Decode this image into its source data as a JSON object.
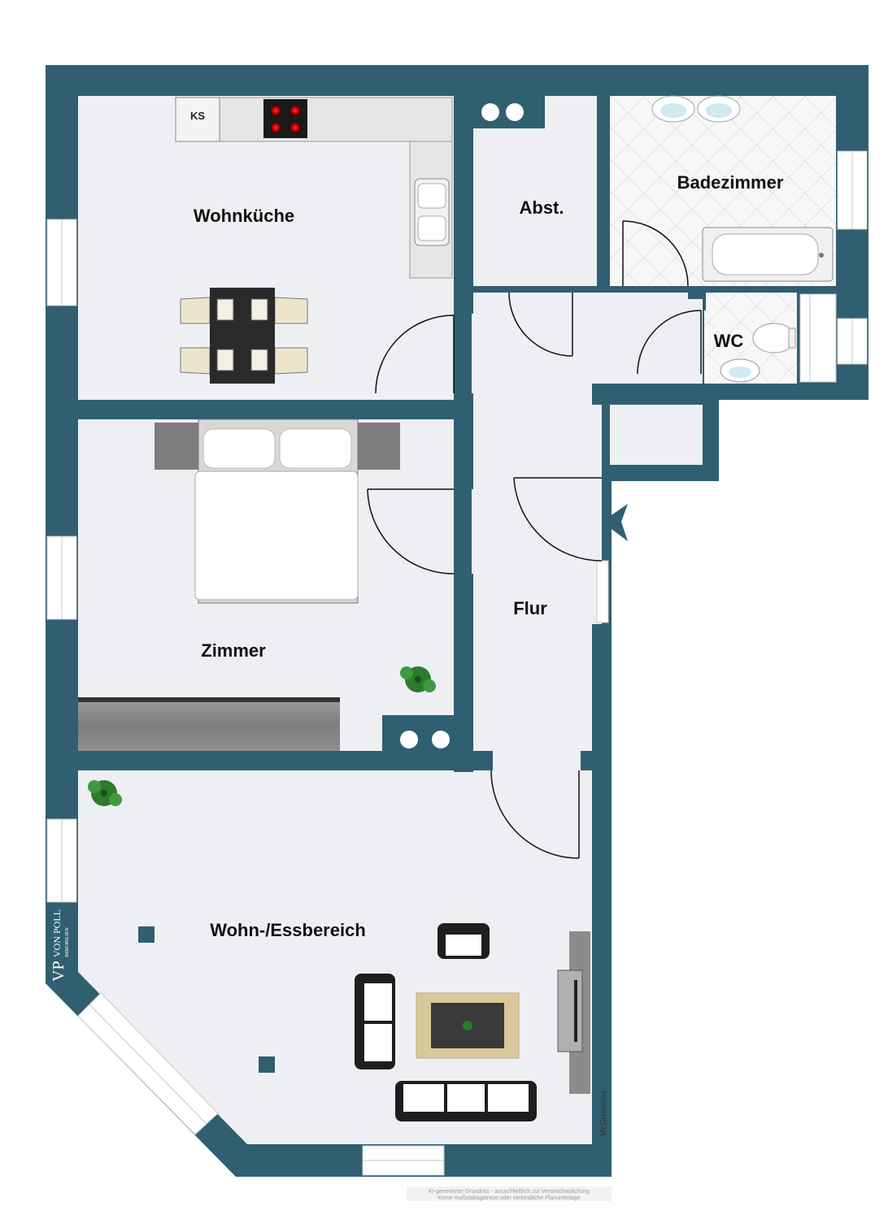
{
  "colors": {
    "wall": "#2f5f70",
    "floor": "#eeeff3",
    "tile": "#f6f6f6",
    "tile_line": "#cfcfcf",
    "window": "#ffffff",
    "door_line": "#111111",
    "furniture_dark": "#1e1e1e",
    "furniture_grey": "#8a8a8a",
    "plant": "#2d7a2d"
  },
  "rooms": {
    "kitchen": "Wohnküche",
    "storage": "Abst.",
    "bathroom": "Badezimmer",
    "wc": "WC",
    "bedroom": "Zimmer",
    "hallway": "Flur",
    "living": "Wohn-/Essbereich"
  },
  "fixtures": {
    "fridge_label": "KS"
  },
  "logo": {
    "initials": "VP",
    "name": "VON POLL",
    "tagline": "IMMOBILIEN"
  },
  "credit": "McGrundriss",
  "disclaimer": {
    "line1": "KI-generierter Grundriss - ausschließlich zur Veranschaulichung",
    "line2": "Keine maßstabsgetreue oder verbindliche Planunterlage"
  }
}
